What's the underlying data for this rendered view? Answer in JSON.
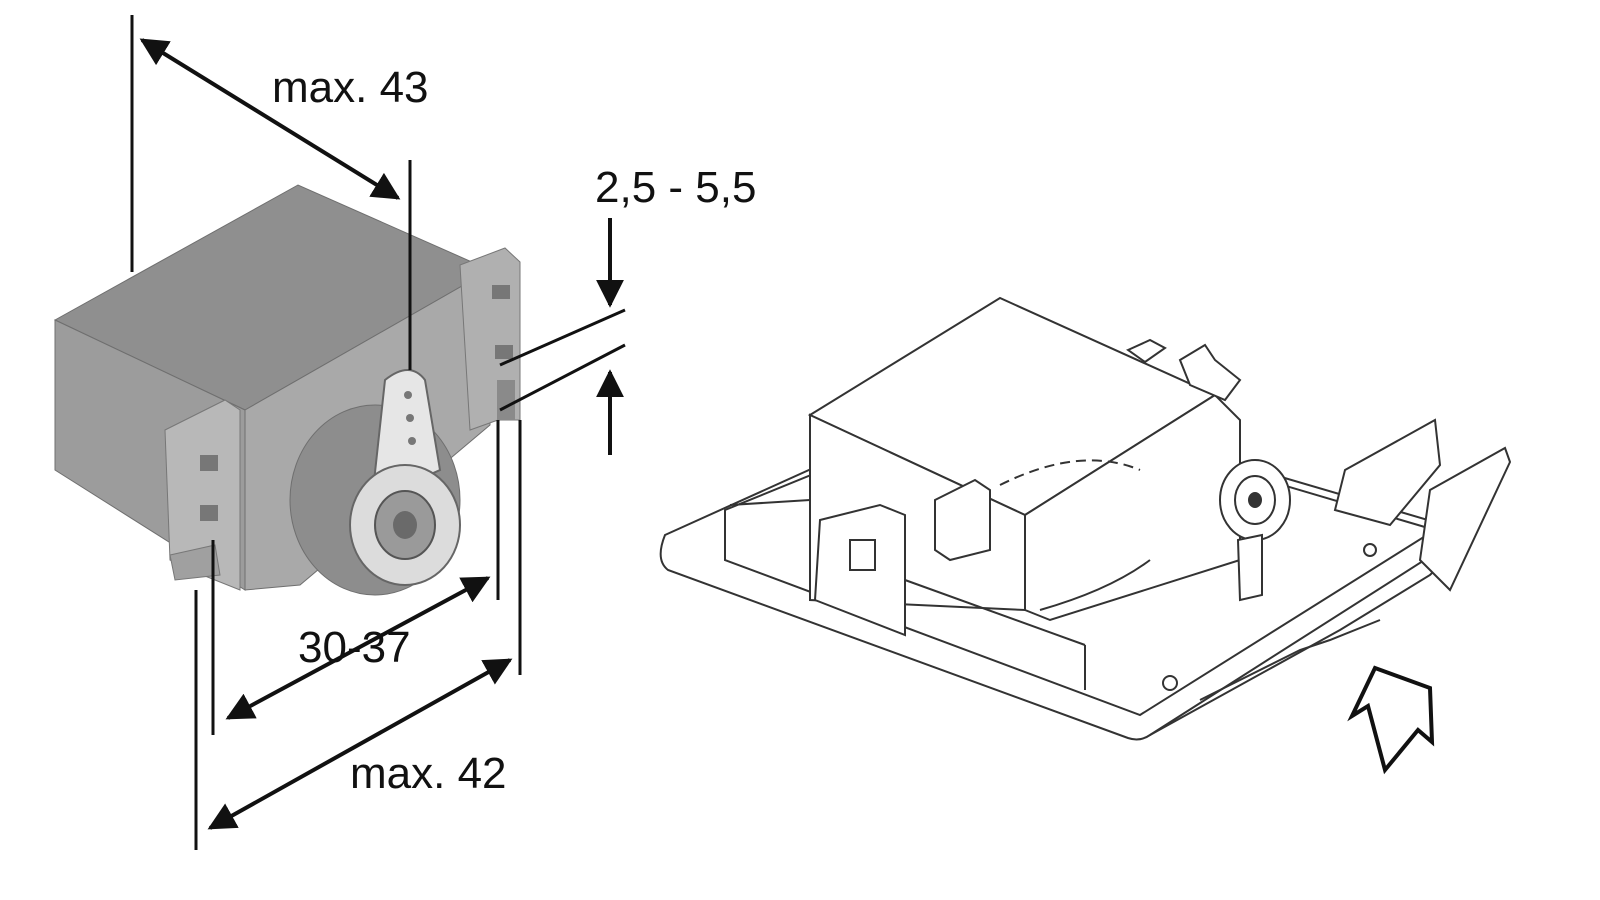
{
  "dimensions": {
    "max_width_label": "max. 43",
    "shaft_offset_label": "2,5 - 5,5",
    "mount_spacing_label": "30-37",
    "max_length_label": "max. 42"
  },
  "colors": {
    "line": "#111111",
    "servo_top": "#8f8f8f",
    "servo_front": "#9c9c9c",
    "servo_side": "#b3b3b3",
    "servo_dark": "#777777"
  },
  "icons": {
    "direction_arrow": "up-right-outline-arrow-icon"
  }
}
